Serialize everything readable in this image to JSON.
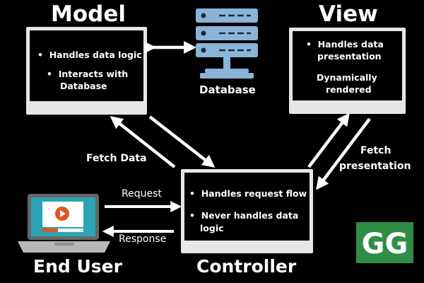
{
  "titles": {
    "model": "Model",
    "view": "View",
    "controller": "Controller",
    "end_user": "End User",
    "database": "Database"
  },
  "model_box": {
    "items": [
      "Handles data logic",
      "Interacts with",
      "Database"
    ]
  },
  "view_box": {
    "item1_line1": "Handles data",
    "item1_line2": "presentation",
    "note_line1": "Dynamically",
    "note_line2": "rendered"
  },
  "controller_box": {
    "item1": "Handles request flow",
    "item2_line1": "Never handles data",
    "item2_line2": "logic"
  },
  "labels": {
    "fetch_data": "Fetch Data",
    "fetch_presentation_line1": "Fetch",
    "fetch_presentation_line2": "presentation",
    "request": "Request",
    "response": "Response"
  },
  "logo": {
    "text": "GG",
    "color": "#2f8d46"
  },
  "colors": {
    "background": "#000000",
    "monitor_frame": "#e6e6e6",
    "database_blue": "#8ab4d8",
    "laptop_screen": "#2ca4b4",
    "play_button": "#e0561e"
  }
}
